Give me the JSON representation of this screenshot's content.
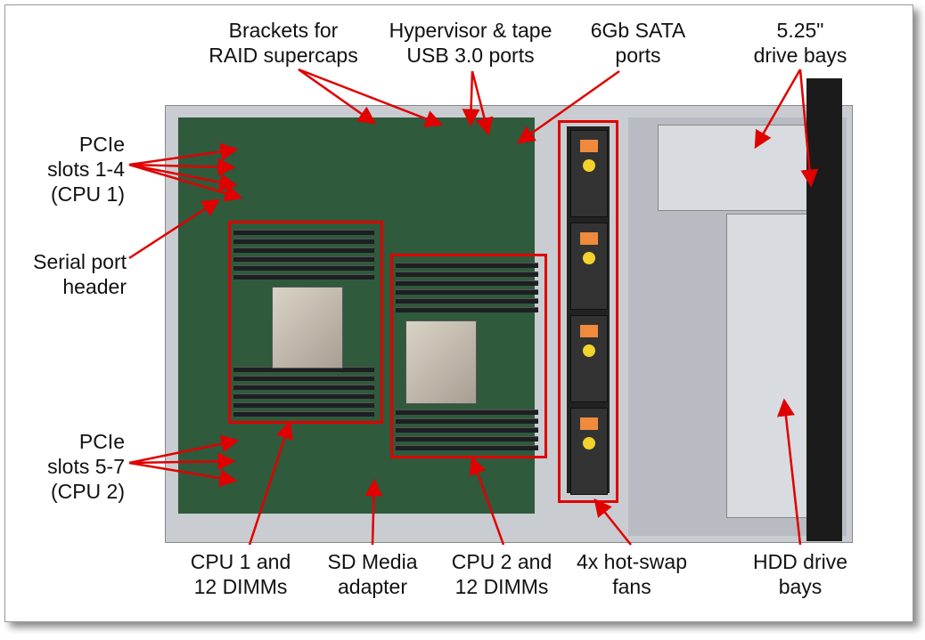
{
  "labels": {
    "brackets": [
      "Brackets for",
      "RAID supercaps"
    ],
    "hypervisor": [
      "Hypervisor & tape",
      "USB 3.0 ports"
    ],
    "sata": [
      "6Gb SATA",
      "ports"
    ],
    "drive525": [
      "5.25\"",
      "drive bays"
    ],
    "pcie14": [
      "PCIe",
      "slots 1-4",
      "(CPU 1)"
    ],
    "serial": [
      "Serial port",
      "header"
    ],
    "pcie57": [
      "PCIe",
      "slots 5-7",
      "(CPU 2)"
    ],
    "cpu1": [
      "CPU 1 and",
      "12 DIMMs"
    ],
    "sd": [
      "SD Media",
      "adapter"
    ],
    "cpu2": [
      "CPU 2 and",
      "12 DIMMs"
    ],
    "fans": [
      "4x hot-swap",
      "fans"
    ],
    "hdd": [
      "HDD drive",
      "bays"
    ]
  },
  "colors": {
    "annotation": "#e00000",
    "board": "#2f5a3c"
  }
}
